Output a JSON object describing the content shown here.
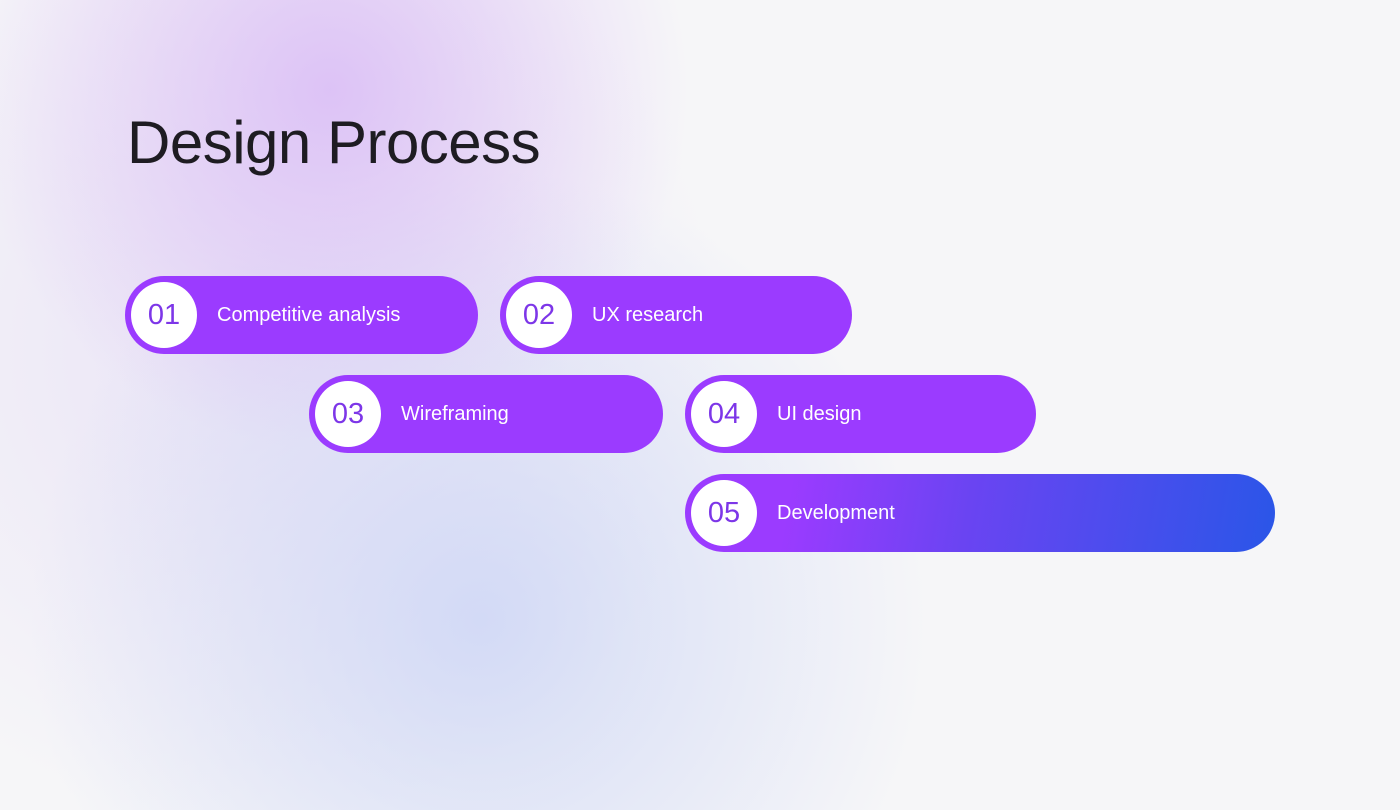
{
  "title": "Design Process",
  "colors": {
    "pill": "#9b3bff",
    "gradient_end": "#2a56e8",
    "number_text": "#7d36e8",
    "title_text": "#1e1c22",
    "background": "#f6f6f8"
  },
  "steps": [
    {
      "number": "01",
      "label": "Competitive analysis"
    },
    {
      "number": "02",
      "label": "UX research"
    },
    {
      "number": "03",
      "label": "Wireframing"
    },
    {
      "number": "04",
      "label": "UI design"
    },
    {
      "number": "05",
      "label": "Development"
    }
  ]
}
